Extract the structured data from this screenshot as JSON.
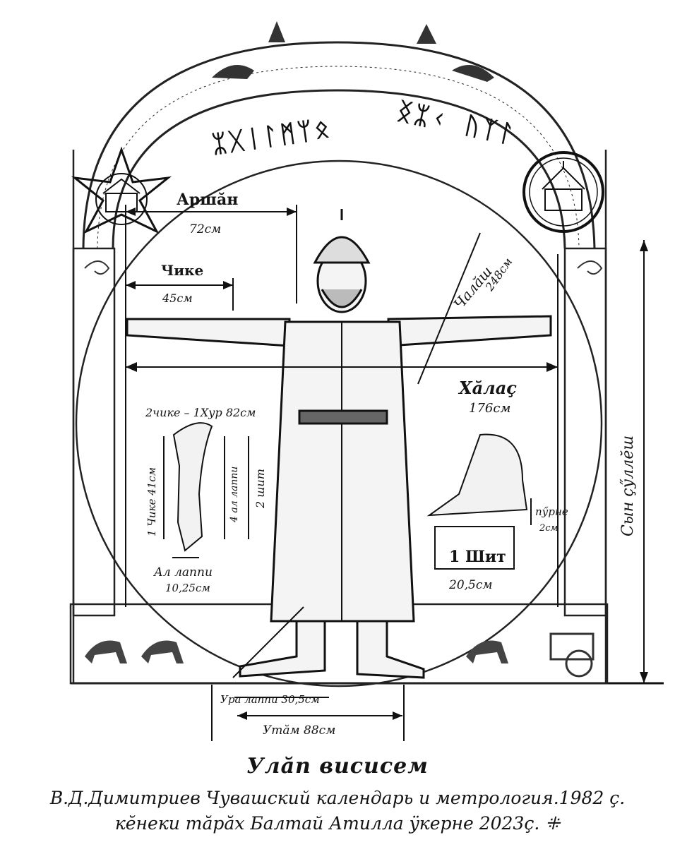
{
  "arch": {
    "runic_left": "ᛯᚷᛁᛚᛗᛘᛟ",
    "runic_right": "ᛝᛯᚲ ᚢᛉᛚ"
  },
  "labels": {
    "arshan": "Аршăн",
    "arshan_value": "72см",
    "chike": "Чике",
    "chike_value": "45см",
    "chalash": "Чалăш",
    "chalash_value": "248см",
    "halach": "Хăлаç",
    "halach_value": "176см",
    "chike_hur": "2чике – 1Хур 82см",
    "chike_1": "1 Чике 41см",
    "al_lappi_4": "4 ал лаппи",
    "shit_2": "2 шит",
    "al_lappi": "Ал лаппи",
    "al_lappi_value": "10,25см",
    "purne": "пӳрне",
    "purne_value": "2см",
    "shit_1": "1 Шит",
    "shit_1_value": "20,5см",
    "syn_sullesh": "Сын çӳллĕш",
    "ura_lappi": "Ура лаппи 30,5см",
    "utam": "Утăм 88см"
  },
  "caption": {
    "title": "Улăп висисем",
    "source": "В.Д.Димитриев Чувашский календарь и метрология.1982 ç.",
    "credit": "кĕнеки тăрăх Балтай Атилла ÿкерне 2023ç. ⁜"
  }
}
